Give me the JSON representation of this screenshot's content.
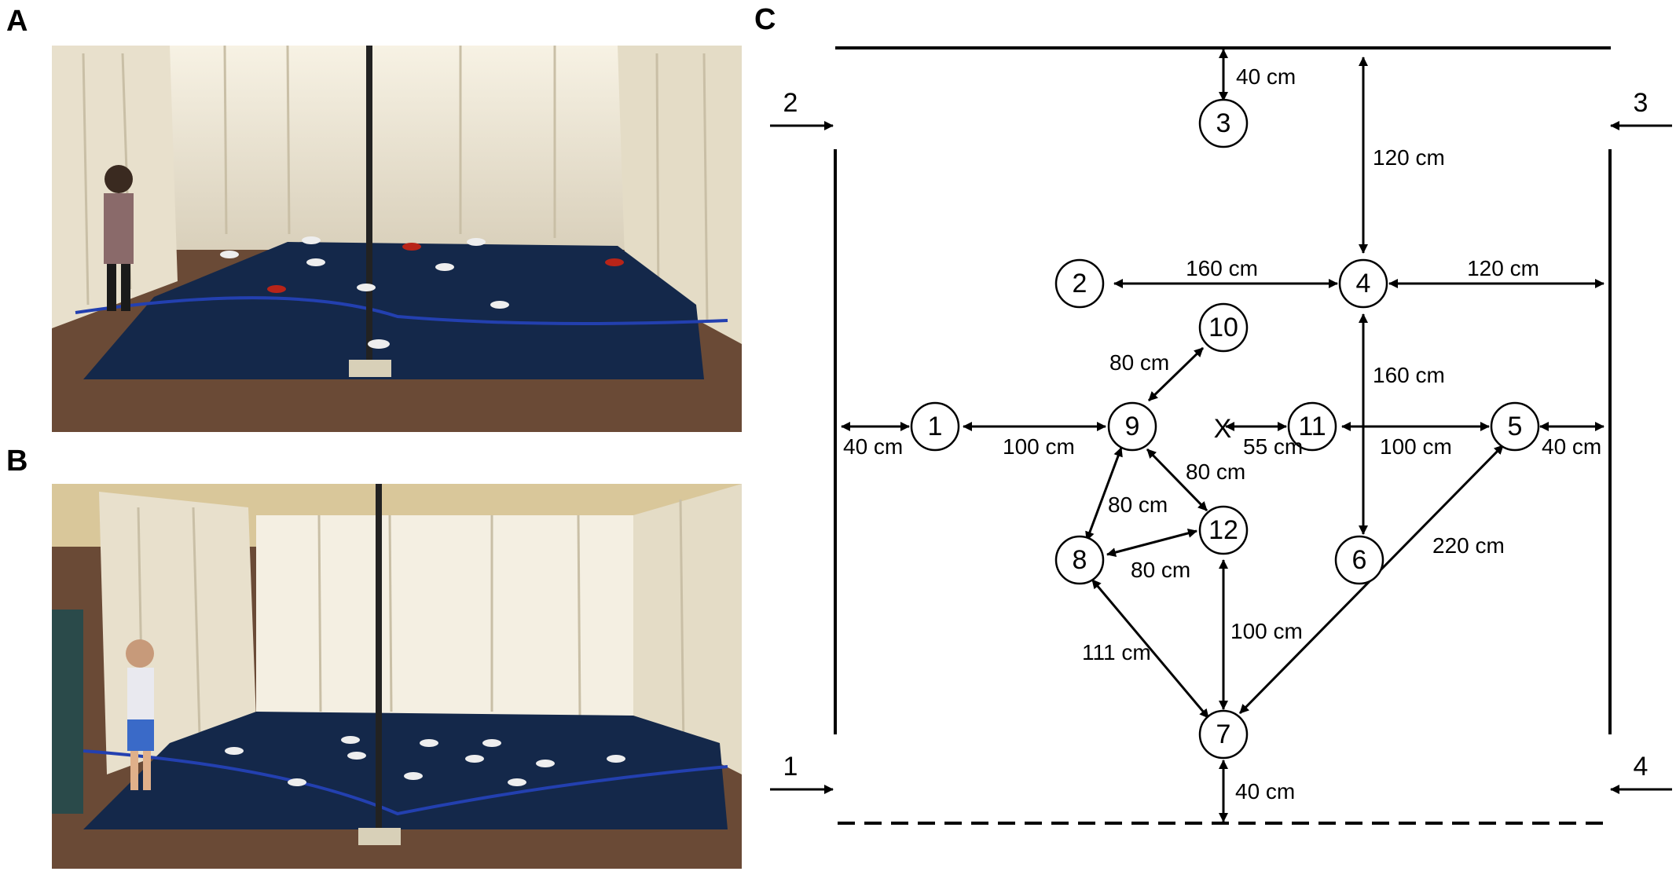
{
  "panels": {
    "a": "A",
    "b": "B",
    "c": "C"
  },
  "colors": {
    "carpet": "#14284a",
    "curtain": "#ece6d6",
    "floor": "#6a4a36",
    "cup_red": "#b82418",
    "rope": "#2340b0"
  },
  "diagram": {
    "entries_left": [
      "2",
      "1"
    ],
    "entries_right": [
      "3",
      "4"
    ],
    "locations": [
      "1",
      "2",
      "3",
      "4",
      "5",
      "6",
      "7",
      "8",
      "9",
      "10",
      "11",
      "12"
    ],
    "start_marker": "X",
    "distances": {
      "d_3_top": "40 cm",
      "d_4_top": "120 cm",
      "d_2_4": "160 cm",
      "d_4_right": "120 cm",
      "d_9_10": "80 cm",
      "d_4_6": "160 cm",
      "d_left_1": "40 cm",
      "d_1_9": "100 cm",
      "d_x_11": "55 cm",
      "d_11_5": "100 cm",
      "d_5_right": "40 cm",
      "d_9_12": "80 cm",
      "d_9_8": "80 cm",
      "d_8_12": "80 cm",
      "d_5_7": "220 cm",
      "d_12_7": "100 cm",
      "d_8_7": "111 cm",
      "d_7_bottom": "40 cm"
    }
  }
}
